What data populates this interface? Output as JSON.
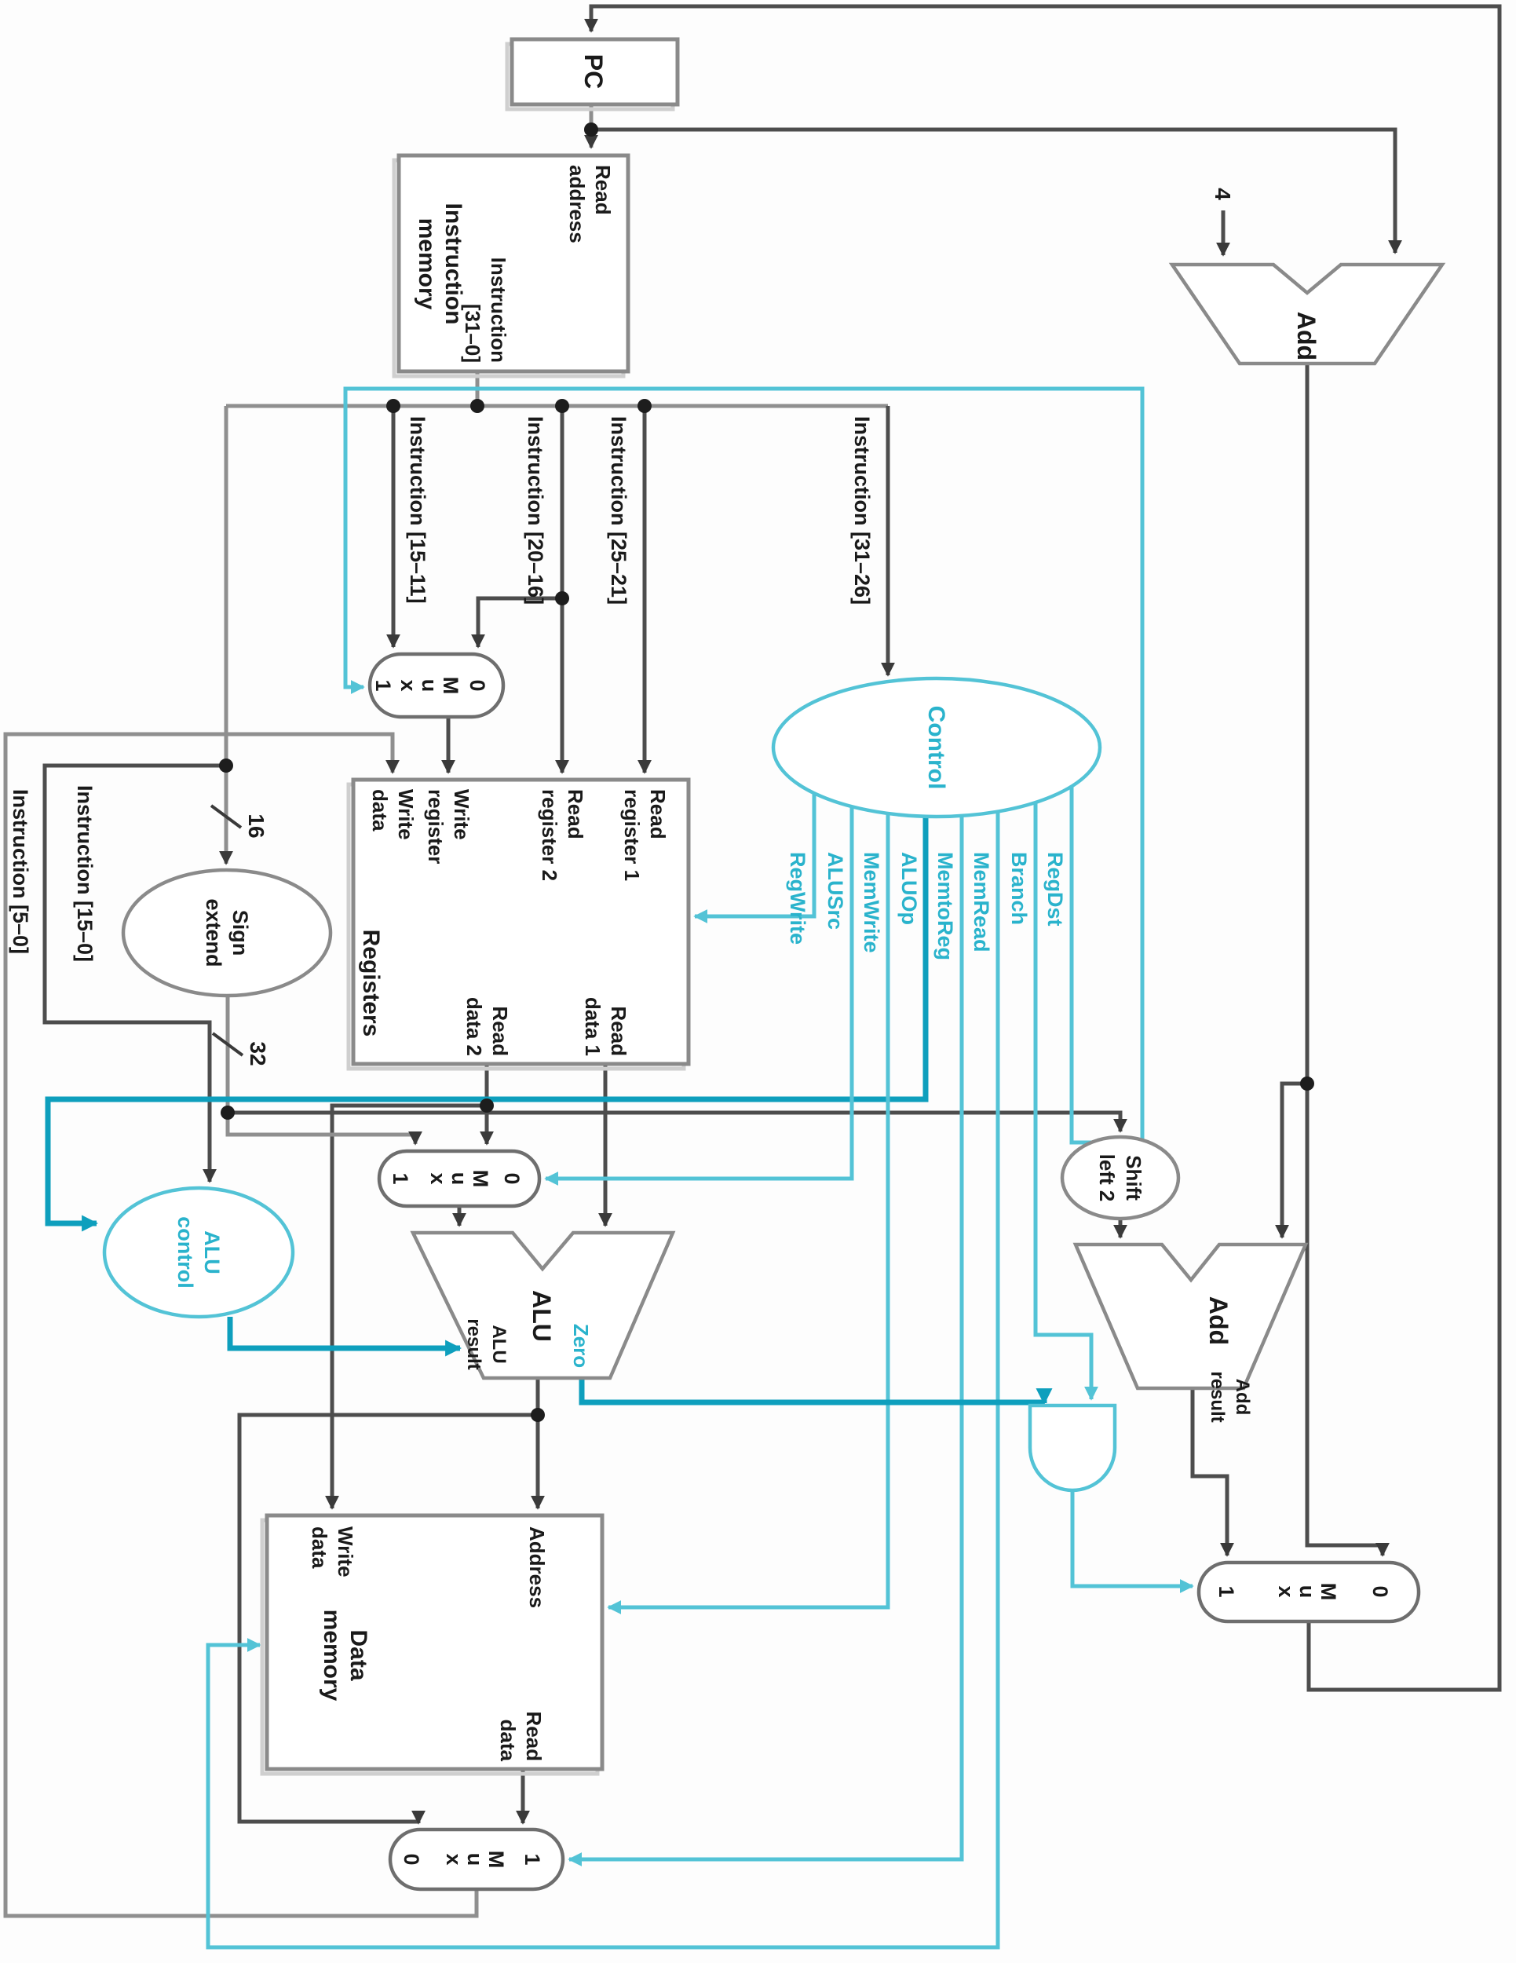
{
  "colors": {
    "control_line": "#53c3d6",
    "control_dark": "#0e9fbd",
    "control_text": "#2ab3cc",
    "data_line": "#4d4d4d",
    "box_border": "#8a8a8a"
  },
  "pc": {
    "label": "PC"
  },
  "instruction_memory": {
    "title1": "Instruction",
    "title2": "memory",
    "read_address1": "Read",
    "read_address2": "address",
    "out1": "Instruction",
    "out2": "[31–0]"
  },
  "adders": {
    "pc_add": "Add",
    "branch_add": "Add",
    "branch_result1": "Add",
    "branch_result2": "result"
  },
  "constants": {
    "four": "4",
    "sixteen": "16",
    "thirtytwo": "32"
  },
  "instr_fields": {
    "f31_26": "Instruction [31–26]",
    "f25_21": "Instruction [25–21]",
    "f20_16": "Instruction [20–16]",
    "f15_11": "Instruction [15–11]",
    "f15_0": "Instruction [15–0]",
    "f5_0": "Instruction [5–0]"
  },
  "registers": {
    "title": "Registers",
    "rr1a": "Read",
    "rr1b": "register 1",
    "rr2a": "Read",
    "rr2b": "register 2",
    "wra": "Write",
    "wrb": "register",
    "wda": "Write",
    "wdb": "data",
    "rd1a": "Read",
    "rd1b": "data 1",
    "rd2a": "Read",
    "rd2b": "data 2"
  },
  "control": {
    "title": "Control",
    "signals": [
      "RegDst",
      "Branch",
      "MemRead",
      "MemtoReg",
      "ALUOp",
      "MemWrite",
      "ALUSrc",
      "RegWrite"
    ]
  },
  "sign_extend": {
    "l1": "Sign",
    "l2": "extend"
  },
  "shift_left": {
    "l1": "Shift",
    "l2": "left 2"
  },
  "alu_control": {
    "l1": "ALU",
    "l2": "control"
  },
  "alu": {
    "label": "ALU",
    "zero": "Zero",
    "result1": "ALU",
    "result2": "result"
  },
  "data_memory": {
    "title1": "Data",
    "title2": "memory",
    "address": "Address",
    "read1": "Read",
    "read2": "data",
    "write1": "Write",
    "write2": "data"
  },
  "mux": {
    "m": "M",
    "u": "u",
    "x": "x",
    "zero": "0",
    "one": "1"
  }
}
